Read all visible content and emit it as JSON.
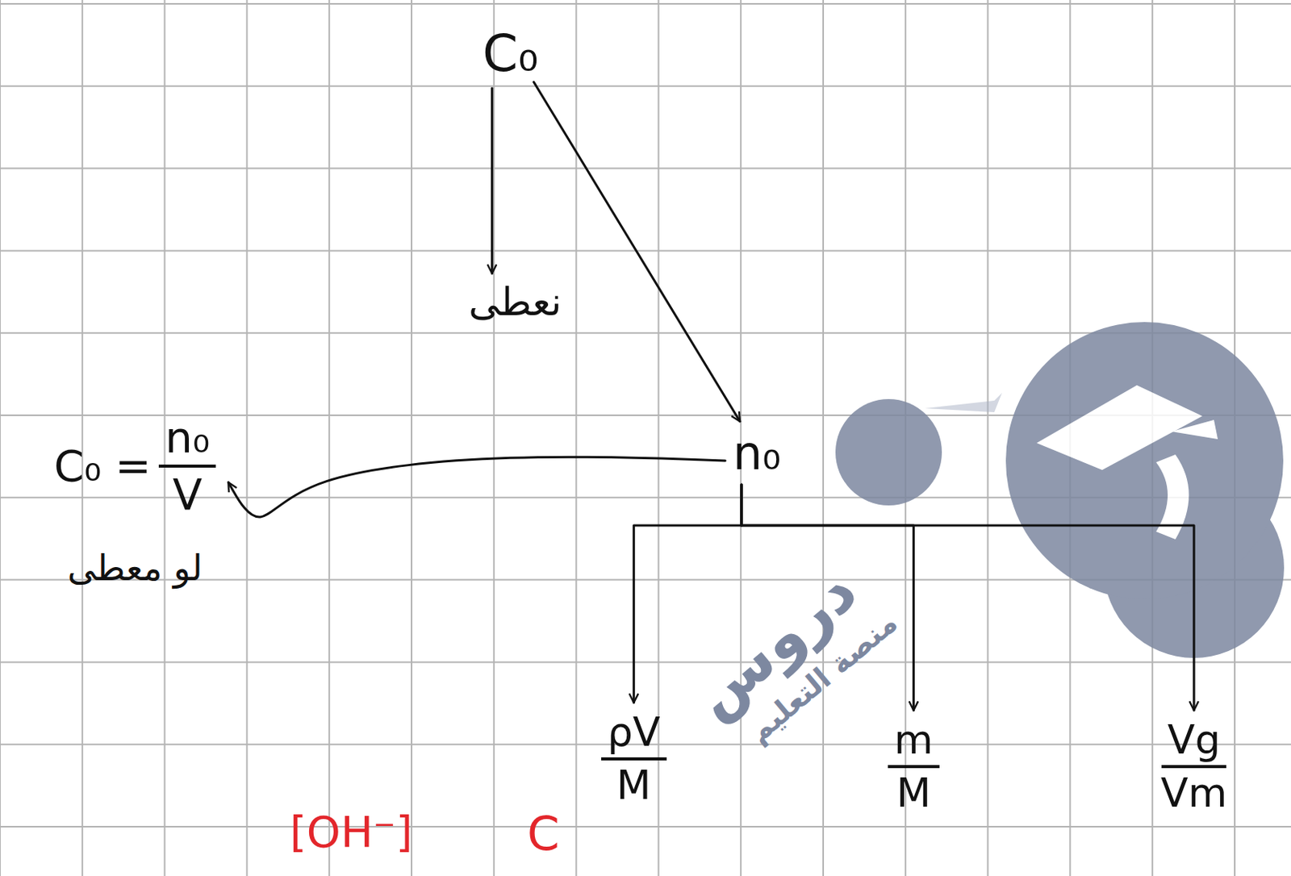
{
  "diagram": {
    "nodes": [
      {
        "text": [
          "C₀"
        ]
      },
      {
        "text": [
          "نعطى"
        ]
      },
      {
        "text": [
          "n₀"
        ]
      },
      {
        "text": [
          "C₀ =",
          "n₀",
          "V",
          "لو معطى"
        ]
      },
      {
        "text": [
          "ρV",
          "M"
        ]
      },
      {
        "text": [
          "m",
          "M"
        ]
      },
      {
        "text": [
          "Vg",
          "Vm"
        ]
      }
    ],
    "edges": [
      {
        "from": 0,
        "to": 1,
        "arrow": "to"
      },
      {
        "from": 0,
        "to": 2,
        "arrow": "to"
      },
      {
        "from": 2,
        "to": 3,
        "arrow": "to"
      },
      {
        "from": 2,
        "to": 4,
        "arrow": "to"
      },
      {
        "from": 2,
        "to": 5,
        "arrow": "to"
      },
      {
        "from": 2,
        "to": 6,
        "arrow": "to"
      }
    ],
    "labels": [
      "[OH⁻]",
      "C",
      "دروس",
      "منصة التعليم"
    ]
  }
}
